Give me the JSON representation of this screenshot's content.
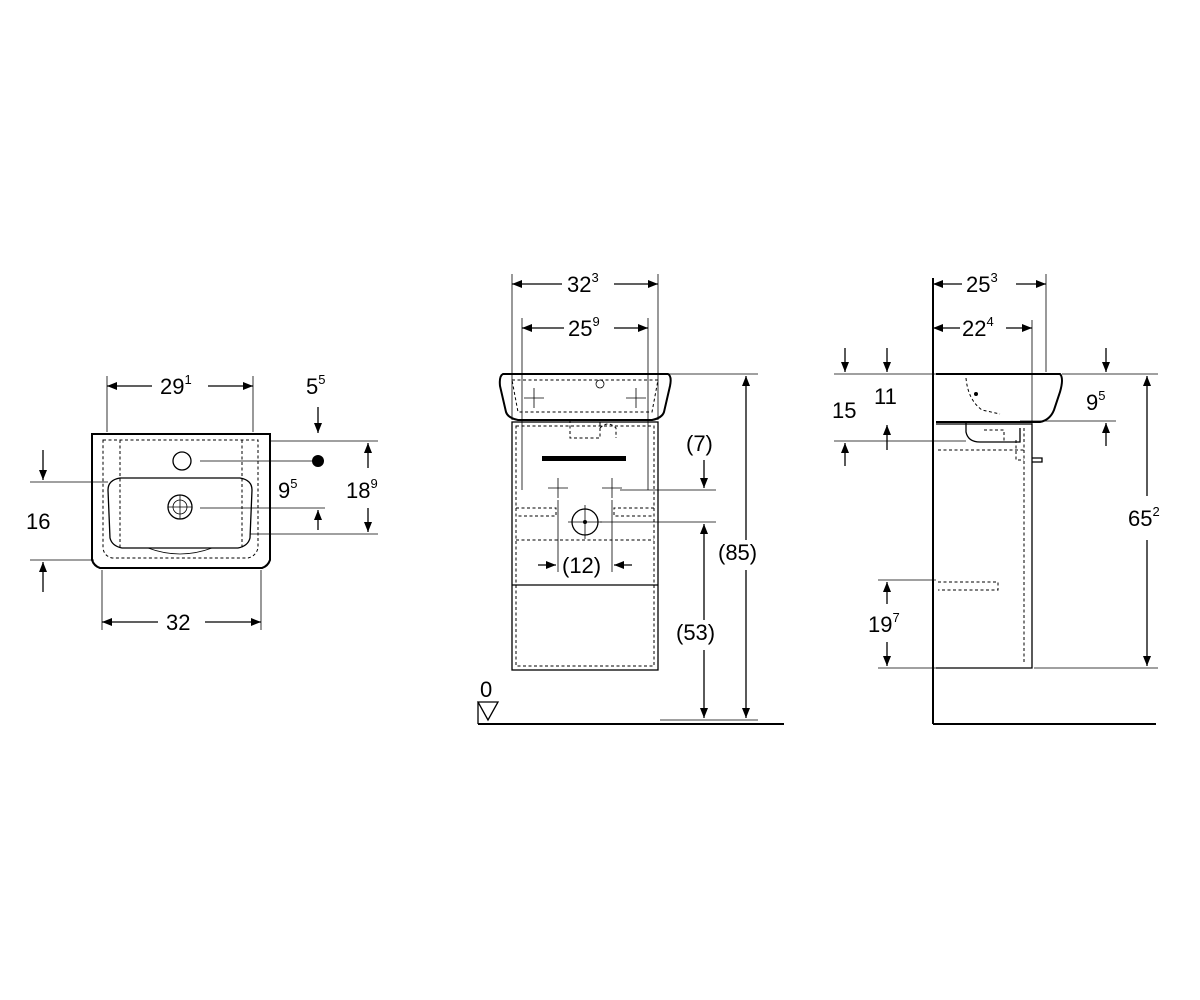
{
  "top_view": {
    "dim_width_top": {
      "main": "29",
      "sup": "1"
    },
    "dim_offset_top": {
      "main": "5",
      "sup": "5"
    },
    "dim_tap_to_drain": {
      "main": "9",
      "sup": "5"
    },
    "dim_depth": {
      "main": "18",
      "sup": "9"
    },
    "dim_height_left": {
      "main": "16",
      "sup": ""
    },
    "dim_width_bottom": {
      "main": "32",
      "sup": ""
    }
  },
  "front_view": {
    "dim_outer_width": {
      "main": "32",
      "sup": "3"
    },
    "dim_inner_width": {
      "main": "25",
      "sup": "9"
    },
    "dim_offset": {
      "main": "(7)",
      "sup": ""
    },
    "dim_spacing": {
      "main": "(12)",
      "sup": ""
    },
    "dim_height_mid": {
      "main": "(53)",
      "sup": ""
    },
    "dim_height_total": {
      "main": "(85)",
      "sup": ""
    },
    "floor_label": "0"
  },
  "side_view": {
    "dim_outer_depth": {
      "main": "25",
      "sup": "3"
    },
    "dim_inner_depth": {
      "main": "22",
      "sup": "4"
    },
    "dim_rim": {
      "main": "11",
      "sup": ""
    },
    "dim_overall": {
      "main": "15",
      "sup": ""
    },
    "dim_drain": {
      "main": "9",
      "sup": "5"
    },
    "dim_height": {
      "main": "65",
      "sup": "2"
    },
    "dim_shelf": {
      "main": "19",
      "sup": "7"
    }
  }
}
